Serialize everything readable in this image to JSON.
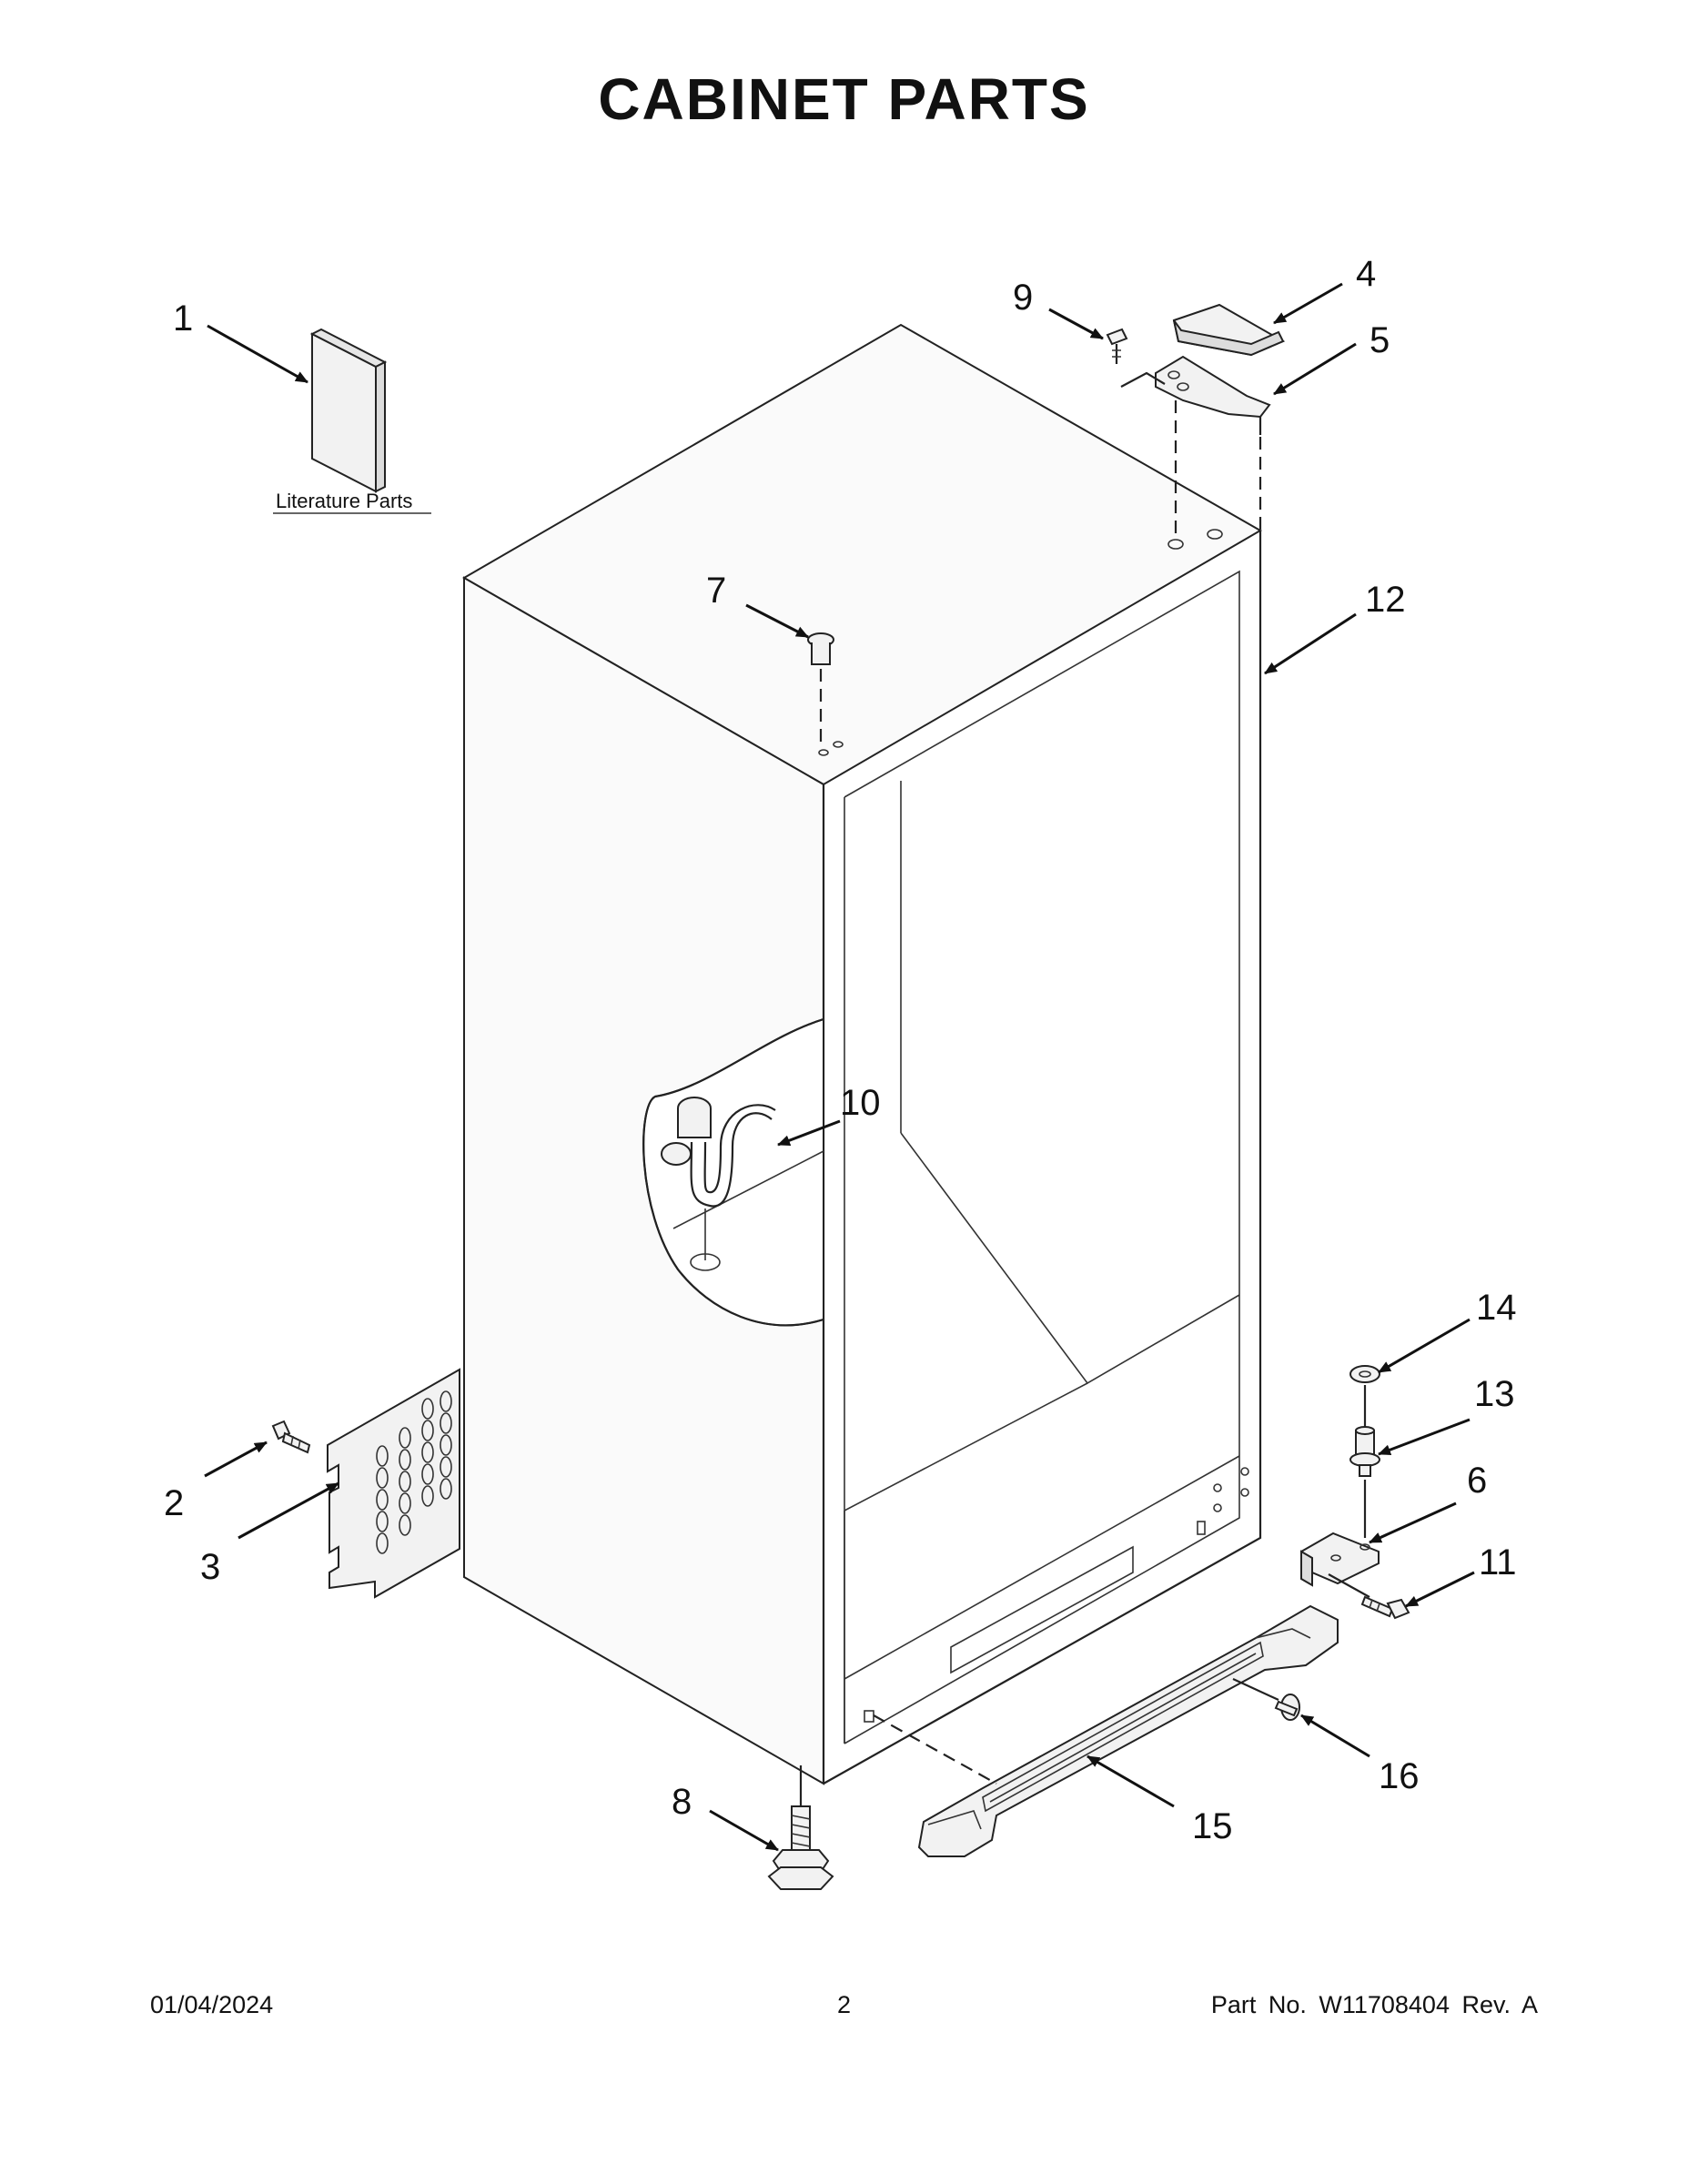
{
  "title": "CABINET PARTS",
  "literature_label": "Literature Parts",
  "callouts": [
    "1",
    "2",
    "3",
    "4",
    "5",
    "6",
    "7",
    "8",
    "9",
    "10",
    "11",
    "12",
    "13",
    "14",
    "15",
    "16"
  ],
  "footer": {
    "date": "01/04/2024",
    "page": "2",
    "part_number": "Part No.  W11708404  Rev.  A"
  }
}
